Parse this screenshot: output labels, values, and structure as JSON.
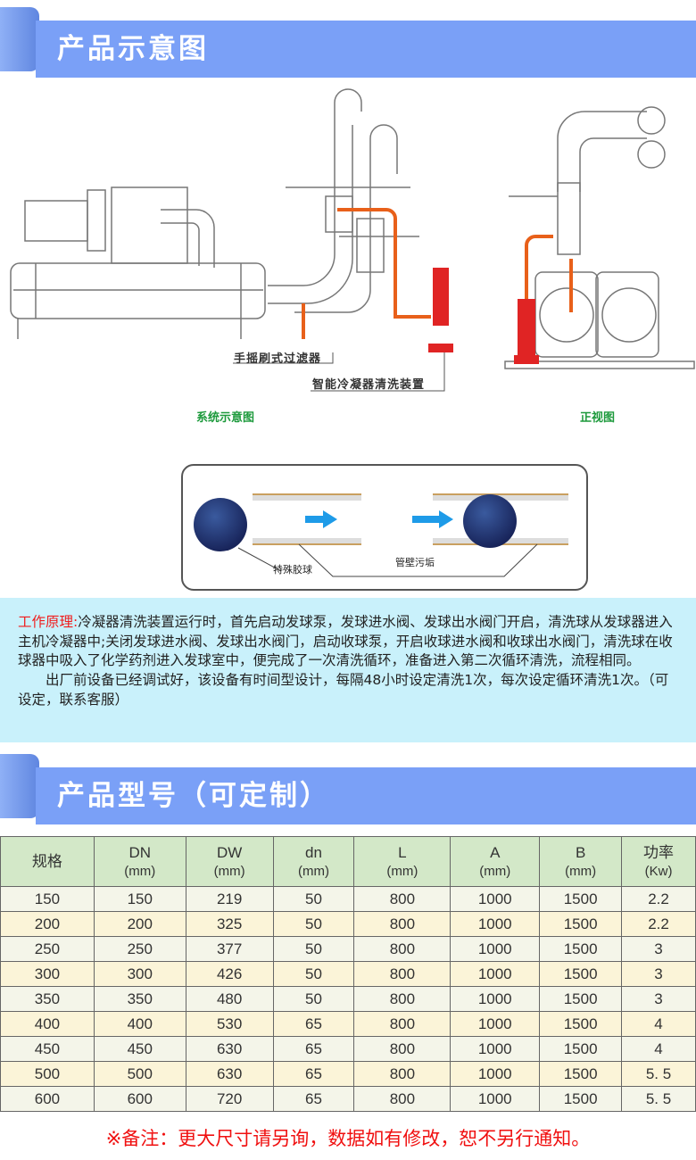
{
  "section1": {
    "title": "产品示意图"
  },
  "diagram": {
    "filter_label": "手摇刷式过滤器",
    "device_label": "智能冷凝器清洗装置",
    "system_caption": "系统示意图",
    "front_caption": "正视图",
    "ball_label": "特殊胶球",
    "scale_label": "管壁污垢"
  },
  "principle": {
    "key": "工作原理:",
    "text": "冷凝器清洗装置运行时，首先启动发球泵，发球进水阀、发球出水阀门开启，清洗球从发球器进入主机冷凝器中;关闭发球进水阀、发球出水阀门，启动收球泵，开启收球进水阀和收球出水阀门，清洗球在收球器中吸入了化学药剂进入发球室中，便完成了一次清洗循环，准备进入第二次循环清洗，流程相同。",
    "text2": "出厂前设备已经调试好，该设备有时间型设计，每隔48小时设定清洗1次，每次设定循环清洗1次。（可设定，联系客服）"
  },
  "section2": {
    "title": "产品型号（可定制）"
  },
  "table": {
    "headers": [
      {
        "name": "规格",
        "unit": ""
      },
      {
        "name": "DN",
        "unit": "(mm)"
      },
      {
        "name": "DW",
        "unit": "(mm)"
      },
      {
        "name": "dn",
        "unit": "(mm)"
      },
      {
        "name": "L",
        "unit": "(mm)"
      },
      {
        "name": "A",
        "unit": "(mm)"
      },
      {
        "name": "B",
        "unit": "(mm)"
      },
      {
        "name": "功率",
        "unit": "(Kw)"
      }
    ],
    "rows": [
      [
        "150",
        "150",
        "219",
        "50",
        "800",
        "1000",
        "1500",
        "2.2"
      ],
      [
        "200",
        "200",
        "325",
        "50",
        "800",
        "1000",
        "1500",
        "2.2"
      ],
      [
        "250",
        "250",
        "377",
        "50",
        "800",
        "1000",
        "1500",
        "3"
      ],
      [
        "300",
        "300",
        "426",
        "50",
        "800",
        "1000",
        "1500",
        "3"
      ],
      [
        "350",
        "350",
        "480",
        "50",
        "800",
        "1000",
        "1500",
        "3"
      ],
      [
        "400",
        "400",
        "530",
        "65",
        "800",
        "1000",
        "1500",
        "4"
      ],
      [
        "450",
        "450",
        "630",
        "65",
        "800",
        "1000",
        "1500",
        "4"
      ],
      [
        "500",
        "500",
        "630",
        "65",
        "800",
        "1000",
        "1500",
        "5. 5"
      ],
      [
        "600",
        "600",
        "720",
        "65",
        "800",
        "1000",
        "1500",
        "5. 5"
      ]
    ]
  },
  "note": "※备注：更大尺寸请另询，数据如有修改，恕不另行通知。"
}
